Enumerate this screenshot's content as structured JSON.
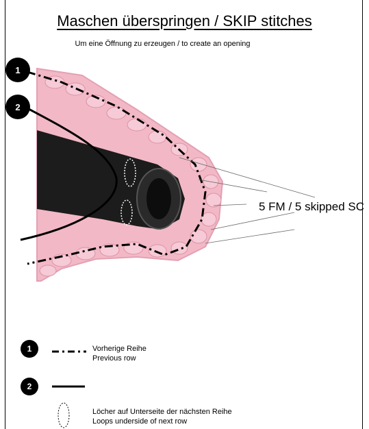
{
  "title": "Maschen überspringen / SKIP stitches",
  "subtitle": "Um eine Öffnung zu erzeugen / to create an opening",
  "callout_label": "5 FM / 5 skipped SC",
  "markers": [
    {
      "number": "1"
    },
    {
      "number": "2"
    }
  ],
  "legend": [
    {
      "number": "1",
      "line_style": "dash-dot",
      "text_de": "Vorherige Reihe",
      "text_en": "Previous row"
    },
    {
      "number": "2",
      "line_style": "solid"
    },
    {
      "symbol": "dotted-oval",
      "text_de": "Löcher auf Unterseite der nächsten Reihe",
      "text_en": "Loops underside of next row"
    }
  ],
  "colors": {
    "yarn": "#f2b8c6",
    "yarn_shadow": "#d98fa3",
    "tube": "#1c1c1c"
  }
}
